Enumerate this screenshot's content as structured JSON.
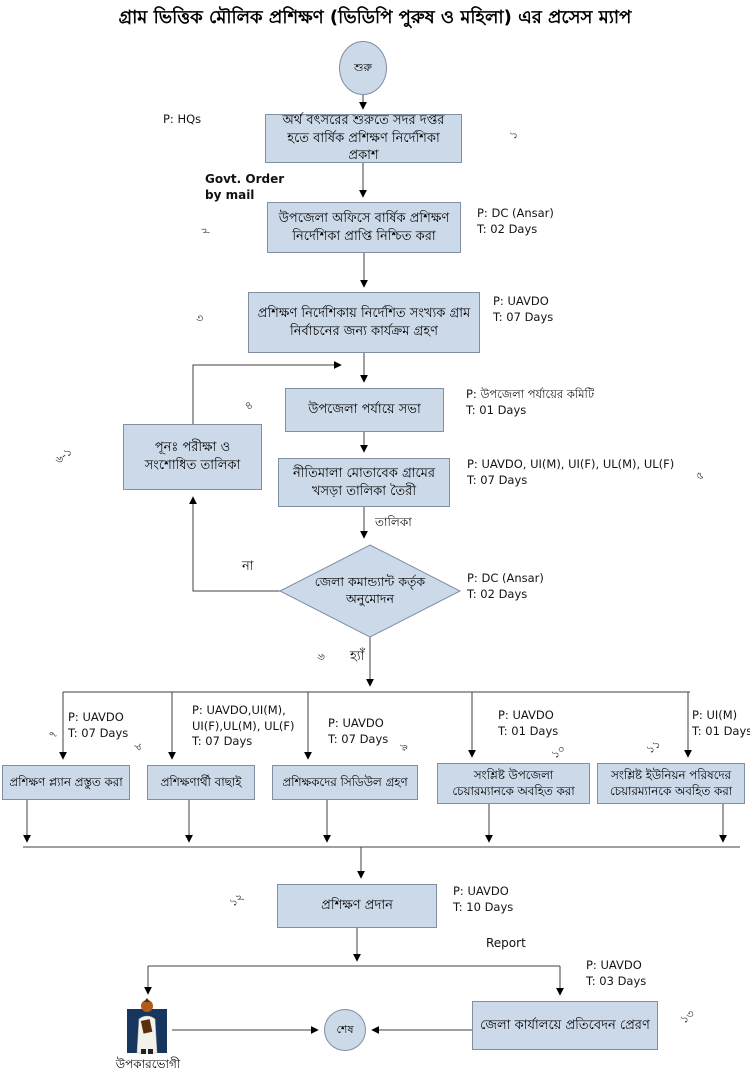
{
  "page": {
    "title": "গ্রাম ভিত্তিক মৌলিক প্রশিক্ষণ (ভিডিপি পুরুষ ও মহিলা) এর প্রসেস ম্যাপ"
  },
  "colors": {
    "node_fill": "#ccd9e8",
    "node_border": "#7f8fa4",
    "line": "#404040"
  },
  "terminals": {
    "start": "শুরু",
    "end": "শেষ"
  },
  "steps": {
    "s1": {
      "number": "১",
      "label": "অর্থ বৎসরের শুরুতে সদর দপ্তর হতে বার্ষিক প্রশিক্ষণ নির্দেশিকা প্রকাশ",
      "performer": "P: HQs",
      "time": ""
    },
    "s2": {
      "number": "২",
      "label": "উপজেলা অফিসে বার্ষিক প্রশিক্ষণ নির্দেশিকা প্রাপ্তি নিশ্চিত করা",
      "performer": "P: DC (Ansar)",
      "time": "T: 02 Days"
    },
    "s3": {
      "number": "৩",
      "label": "প্রশিক্ষণ নির্দেশিকায় নির্দেশিত সংখ্যক গ্রাম নির্বাচনের জন্য কার্যক্রম গ্রহণ",
      "performer": "P: UAVDO",
      "time": "T: 07 Days"
    },
    "s4": {
      "number": "৪",
      "label": "উপজেলা পর্যায়ে  সভা",
      "performer": "P: উপজেলা পর্যায়ের কমিটি",
      "time": "T: 01 Days"
    },
    "s5": {
      "number": "৫",
      "label": "নীতিমালা মোতাবেক গ্রামের খসড়া তালিকা তৈরী",
      "performer": "P: UAVDO, UI(M), UI(F), UL(M), UL(F)",
      "time": "T: 07 Days"
    },
    "s6": {
      "number": "৬",
      "label": "জেলা কমান্ড্যান্ট কর্তৃক অনুমোদন",
      "performer": "P: DC (Ansar)",
      "time": "T: 02 Days",
      "yes_label": "হ্যাঁ",
      "no_label": "না"
    },
    "s6_1": {
      "number": "৬-১",
      "label": "পূনঃ পরীক্ষা ও সংশোধিত তালিকা"
    },
    "s7": {
      "number": "৭",
      "label": "প্রশিক্ষণ প্ল্যান প্রস্তুত করা",
      "performer": "P: UAVDO",
      "time": "T: 07 Days"
    },
    "s8": {
      "number": "৮",
      "label": "প্রশিক্ষণার্থী বাছাই",
      "performer": "P: UAVDO,UI(M), UI(F),UL(M), UL(F)",
      "time": "T: 07 Days"
    },
    "s9": {
      "number": "৯",
      "label": "প্রশিক্ষকদের সিডিউল গ্রহণ",
      "performer": "P: UAVDO",
      "time": "T: 07 Days"
    },
    "s10": {
      "number": "১০",
      "label": "সংশ্লিষ্ট উপজেলা চেয়ারম্যানকে অবহিত করা",
      "performer": "P: UAVDO",
      "time": "T: 01 Days"
    },
    "s11": {
      "number": "১১",
      "label": "সংশ্লিষ্ট ইউনিয়ন পরিষদের চেয়ারম্যানকে অবহিত করা",
      "performer": "P: UI(M)",
      "time": "T: 01 Days"
    },
    "s12": {
      "number": "১২",
      "label": "প্রশিক্ষণ প্রদান",
      "performer": "P: UAVDO",
      "time": "T: 10 Days"
    },
    "s13": {
      "number": "১৩",
      "label": "জেলা কার্যালয়ে প্রতিবেদন প্রেরণ",
      "performer": "P: UAVDO",
      "time": "T: 03 Days"
    }
  },
  "edge_labels": {
    "govt_order": "Govt. Order by mail",
    "list": "তালিকা",
    "report": "Report"
  },
  "beneficiary": {
    "label": "উপকারভোগী"
  }
}
